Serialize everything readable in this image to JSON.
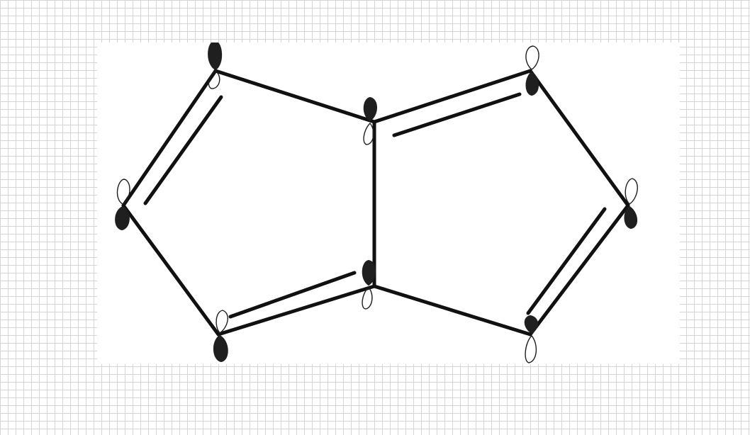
{
  "diagram": {
    "molecule": "pentalene",
    "atoms": [
      {
        "id": "c1",
        "orbital": "filled-up"
      },
      {
        "id": "c2",
        "orbital": "filled-down"
      },
      {
        "id": "c3",
        "orbital": "filled-down"
      },
      {
        "id": "c3a",
        "orbital": "filled-up"
      },
      {
        "id": "c4",
        "orbital": "filled-down"
      },
      {
        "id": "c5",
        "orbital": "filled-down"
      },
      {
        "id": "c6",
        "orbital": "filled-up"
      },
      {
        "id": "c6a",
        "orbital": "filled-up"
      }
    ],
    "bonds": [
      {
        "id": "c1-c2",
        "order": 2
      },
      {
        "id": "c2-c3",
        "order": 1
      },
      {
        "id": "c3-c3a",
        "order": 2
      },
      {
        "id": "c3a-c6a",
        "order": 1
      },
      {
        "id": "c6a-c1",
        "order": 1
      },
      {
        "id": "c3a-c4",
        "order": 1
      },
      {
        "id": "c4-c5",
        "order": 2
      },
      {
        "id": "c5-c6",
        "order": 1
      },
      {
        "id": "c6-c6a",
        "order": 2
      }
    ],
    "colors": {
      "ink": "#111111",
      "grid": "#d4d4d4",
      "canvas": "#ffffff"
    }
  }
}
